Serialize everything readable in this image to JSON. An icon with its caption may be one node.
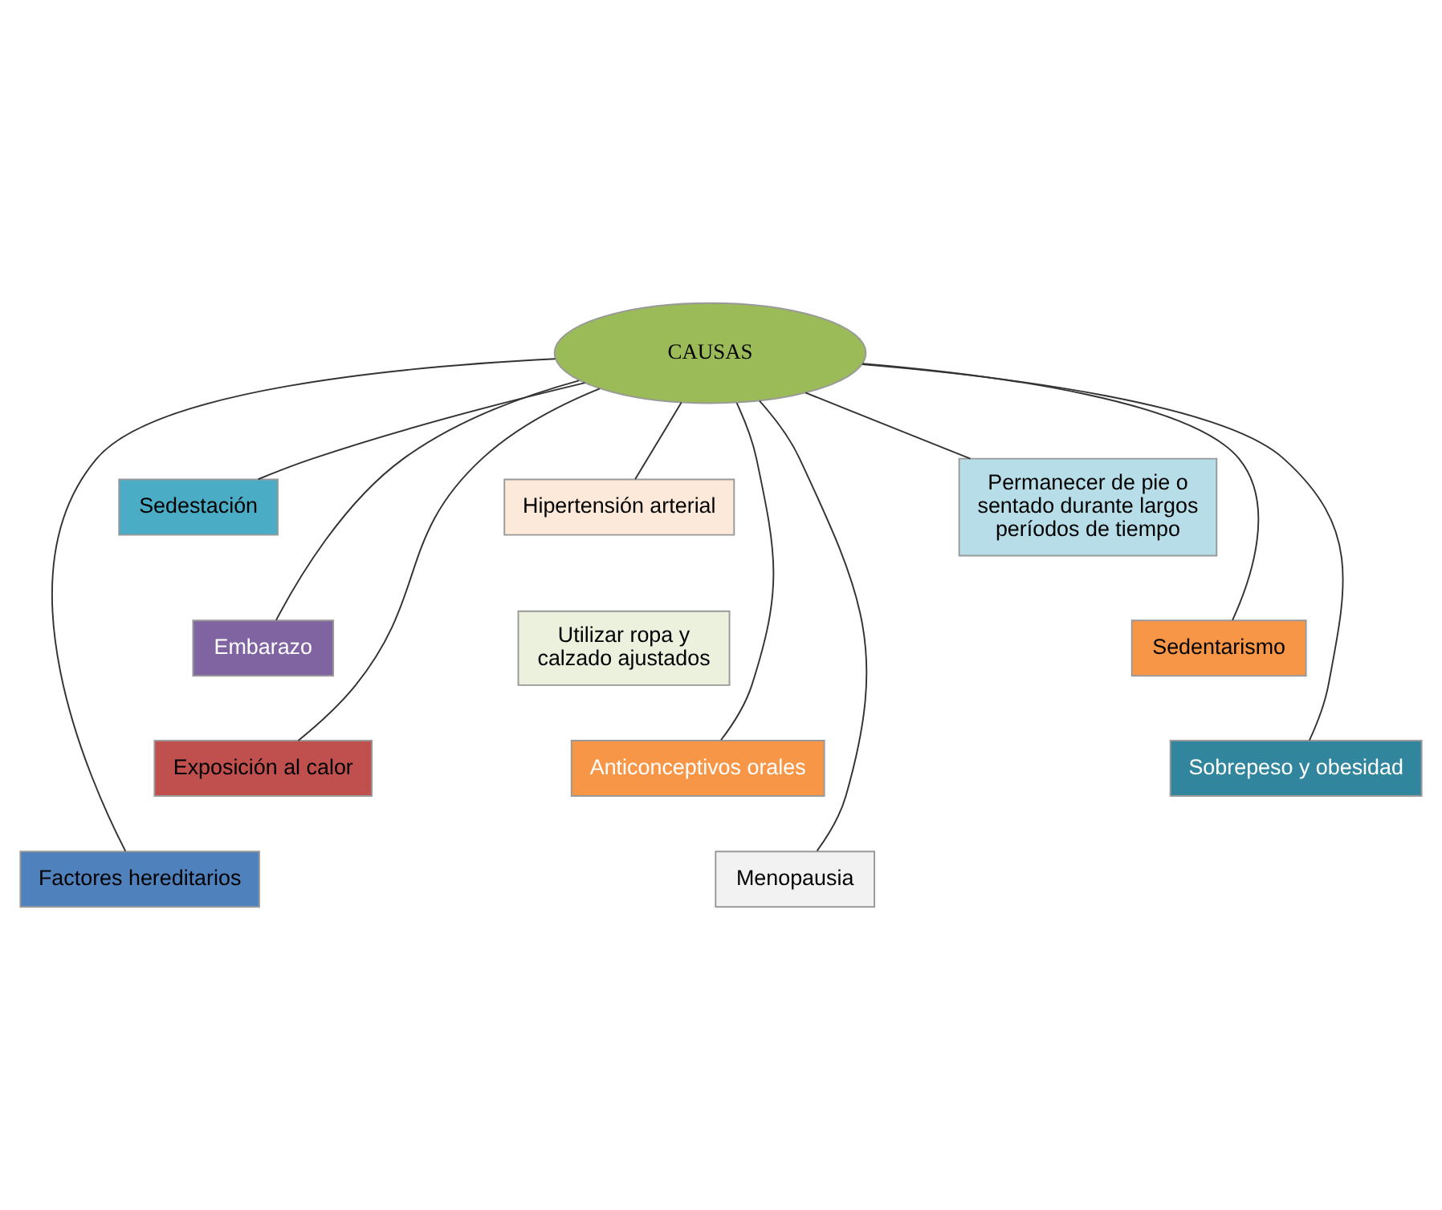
{
  "diagram": {
    "nodes": [
      {
        "text": [
          "CAUSAS"
        ]
      },
      {
        "text": [
          "Sedestación"
        ]
      },
      {
        "text": [
          "Embarazo"
        ]
      },
      {
        "text": [
          "Exposición al calor"
        ]
      },
      {
        "text": [
          "Factores hereditarios"
        ]
      },
      {
        "text": [
          "Anticonceptivos orales"
        ]
      },
      {
        "text": [
          "Menopausia"
        ]
      },
      {
        "text": [
          "Hipertensión arterial"
        ]
      },
      {
        "text": [
          "Utilizar ropa y calzado ajustados"
        ]
      },
      {
        "text": [
          "Permanecer de pie o sentado durante largos períodos de tiempo"
        ]
      },
      {
        "text": [
          "Sedentarismo"
        ]
      },
      {
        "text": [
          "Sobrepeso y obesidad"
        ]
      }
    ],
    "edges": [
      {
        "from": 0,
        "to": 1,
        "arrow": "none"
      },
      {
        "from": 0,
        "to": 2,
        "arrow": "none"
      },
      {
        "from": 0,
        "to": 3,
        "arrow": "none"
      },
      {
        "from": 0,
        "to": 4,
        "arrow": "none"
      },
      {
        "from": 0,
        "to": 5,
        "arrow": "none"
      },
      {
        "from": 0,
        "to": 6,
        "arrow": "none"
      },
      {
        "from": 0,
        "to": 7,
        "arrow": "none"
      },
      {
        "from": 0,
        "to": 9,
        "arrow": "none"
      },
      {
        "from": 0,
        "to": 10,
        "arrow": "none"
      },
      {
        "from": 0,
        "to": 11,
        "arrow": "none"
      }
    ]
  }
}
